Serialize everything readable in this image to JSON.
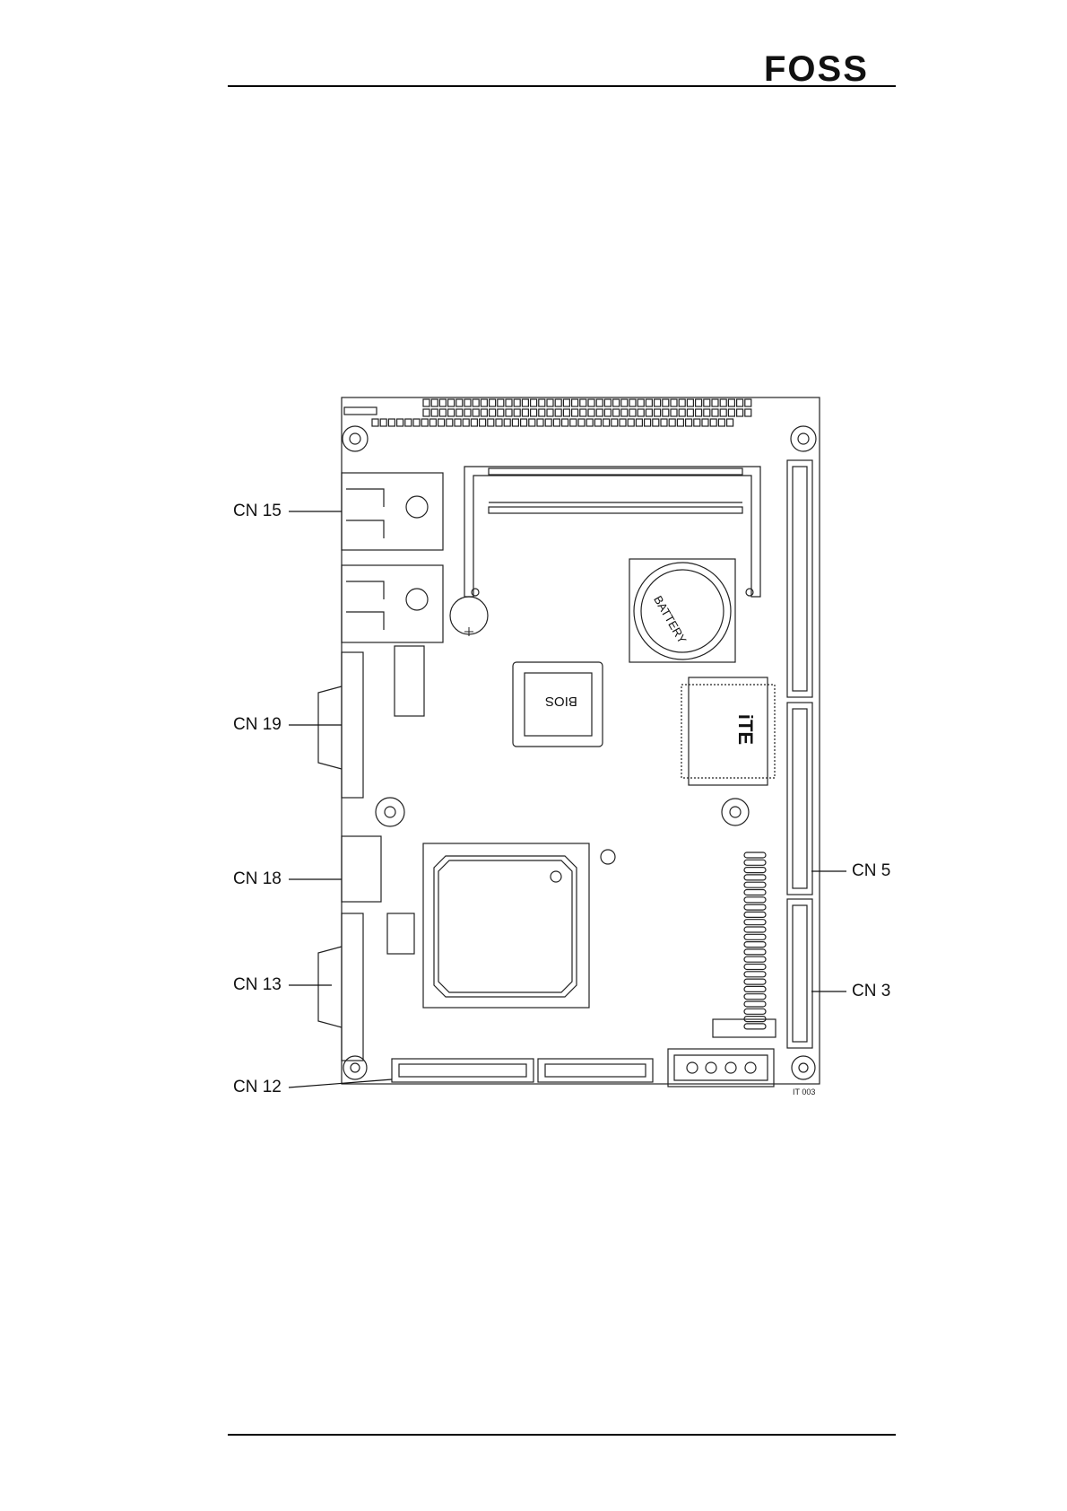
{
  "header": {
    "brand": "FOSS"
  },
  "figure": {
    "id_label": "IT 003",
    "silkscreen": {
      "bios": "BIOS",
      "battery": "BATTERY",
      "chip_maker": "iTE"
    }
  },
  "labels": [
    {
      "key": "cn15",
      "text": "CN 15"
    },
    {
      "key": "cn19",
      "text": "CN 19"
    },
    {
      "key": "cn18",
      "text": "CN 18"
    },
    {
      "key": "cn13",
      "text": "CN 13"
    },
    {
      "key": "cn12",
      "text": "CN 12"
    },
    {
      "key": "cn5",
      "text": "CN 5"
    },
    {
      "key": "cn3",
      "text": "CN 3"
    }
  ]
}
